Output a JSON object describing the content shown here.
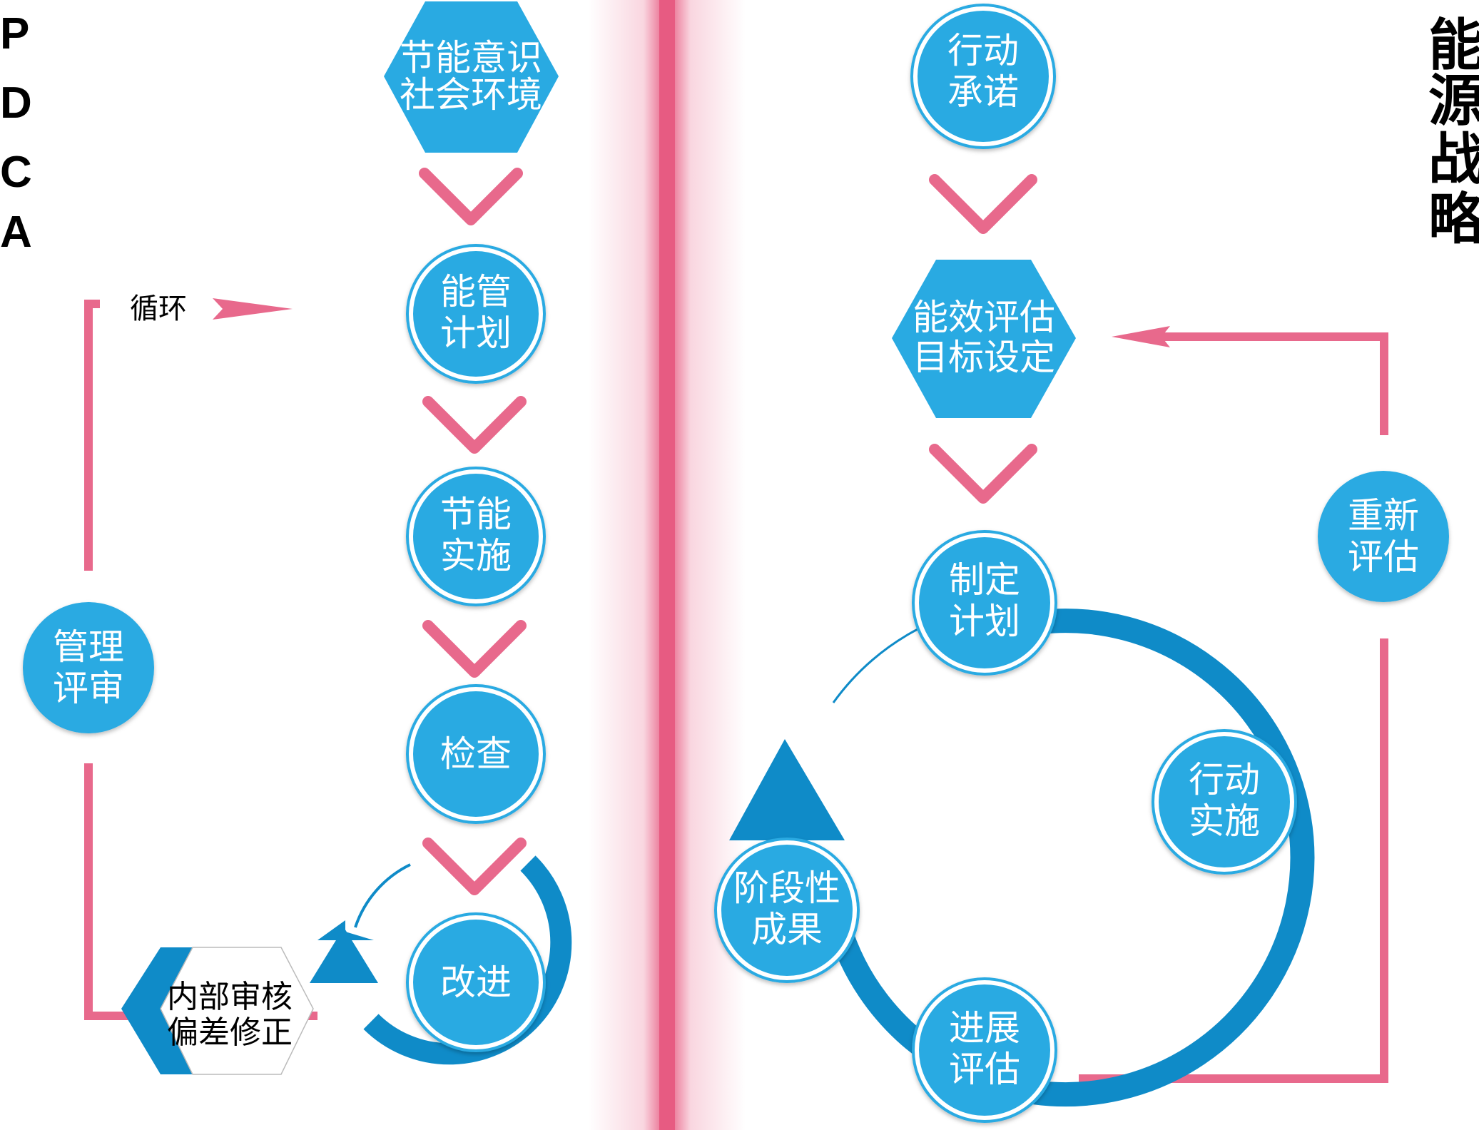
{
  "colors": {
    "node_fill": "#29aae2",
    "node_dark": "#0f8bc8",
    "connector_pink": "#e8698c",
    "divider_pink": "#e75b82",
    "text_white": "#ffffff",
    "text_black": "#000000"
  },
  "left_panel": {
    "side_title": [
      "P",
      "D",
      "C",
      "A"
    ],
    "loop_label": "循环",
    "nodes": {
      "awareness": [
        "节能意识",
        "社会环境"
      ],
      "plan": [
        "能管",
        "计划"
      ],
      "implement": [
        "节能",
        "实施"
      ],
      "check": [
        "检查"
      ],
      "improve": [
        "改进"
      ],
      "review": [
        "管理",
        "评审"
      ],
      "audit": [
        "内部审核",
        "偏差修正"
      ]
    }
  },
  "right_panel": {
    "side_title": [
      "能",
      "源",
      "战",
      "略"
    ],
    "nodes": {
      "commitment": [
        "行动",
        "承诺"
      ],
      "evaluation": [
        "能效评估",
        "目标设定"
      ],
      "plan": [
        "制定",
        "计划"
      ],
      "action": [
        "行动",
        "实施"
      ],
      "progress": [
        "进展",
        "评估"
      ],
      "results": [
        "阶段性",
        "成果"
      ],
      "reassess": [
        "重新",
        "评估"
      ]
    }
  }
}
